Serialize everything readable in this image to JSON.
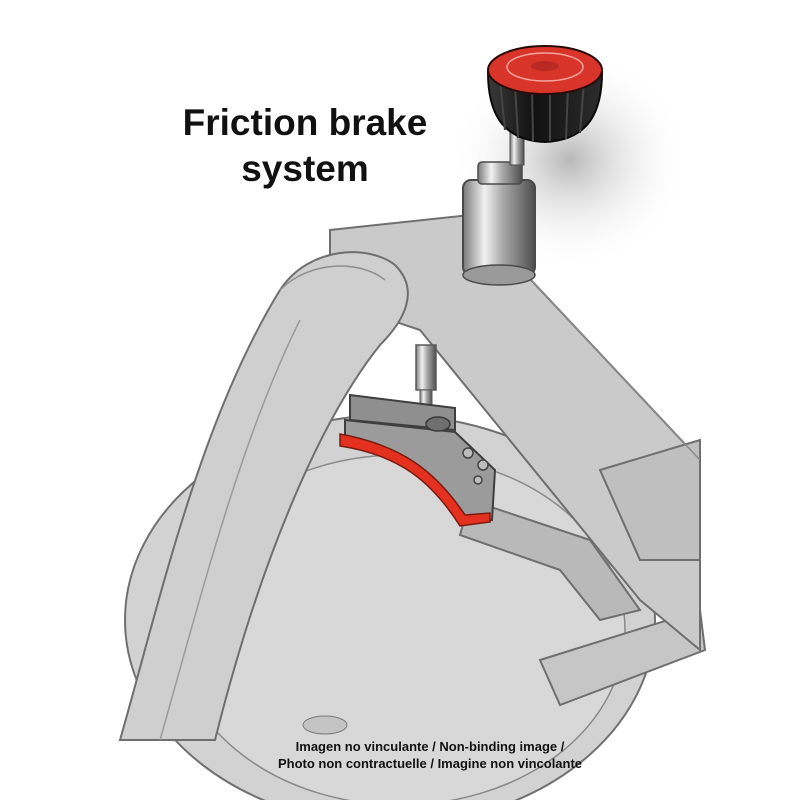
{
  "title_line1": "Friction brake",
  "title_line2": "system",
  "caption_line1": "Imagen no vinculante / Non-binding image /",
  "caption_line2": "Photo non contractuelle / Imagine non vincolante",
  "colors": {
    "frame": "#c9c9c9",
    "frame_edge": "#6f6f6f",
    "brake_pad": "#e3301f",
    "knob_cap": "#d9342a",
    "knob_body": "#1e1e1e",
    "background": "#ffffff"
  }
}
